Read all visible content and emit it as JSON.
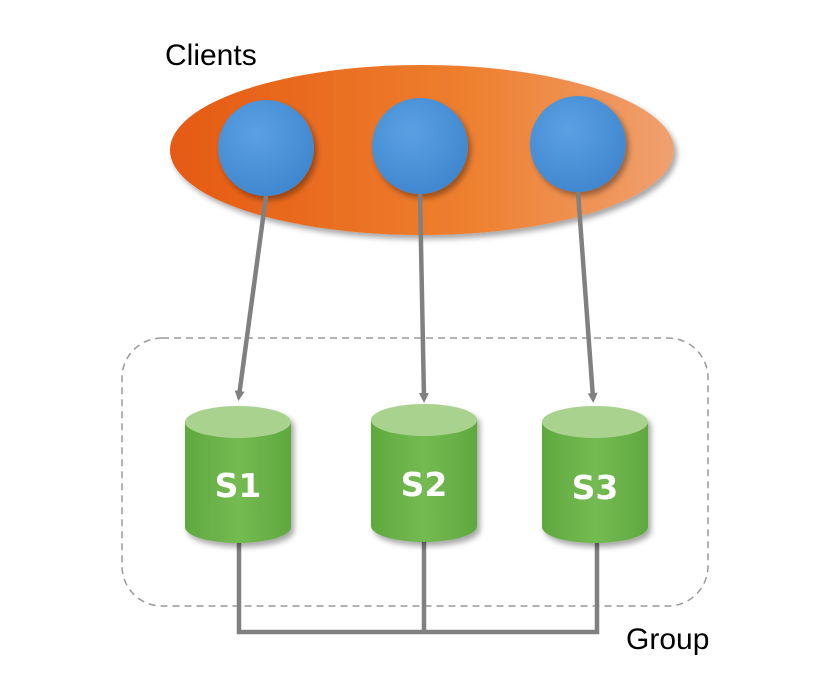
{
  "diagram": {
    "clients_label": "Clients",
    "group_label": "Group",
    "client_count": 3,
    "servers": [
      {
        "label": "S1"
      },
      {
        "label": "S2"
      },
      {
        "label": "S3"
      }
    ],
    "colors": {
      "client_group_fill_dark": "#E8651C",
      "client_group_fill_light": "#F0996A",
      "client_node_fill": "#4E92D8",
      "server_fill": "#6BB34A",
      "server_top_fill": "#A9D28E",
      "connector": "#808080",
      "group_border": "#9A9A9A"
    }
  }
}
